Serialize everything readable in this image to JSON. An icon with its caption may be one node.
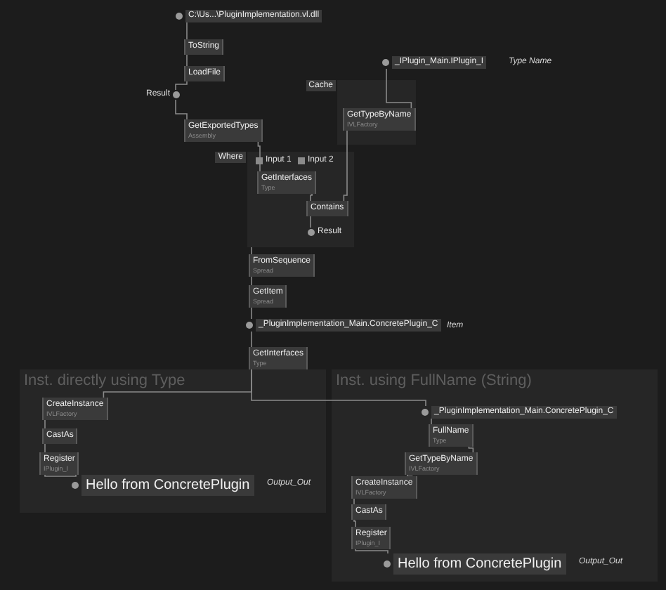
{
  "diagram": {
    "nodes": [
      {
        "text": [
          "C:\\Us...\\PluginImplementation.vl.dll"
        ]
      },
      {
        "text": [
          "ToString"
        ]
      },
      {
        "text": [
          "LoadFile"
        ]
      },
      {
        "text": [
          "Result"
        ]
      },
      {
        "text": [
          "GetExportedTypes",
          "Assembly"
        ]
      },
      {
        "text": [
          "_IPlugin_Main.IPlugin_I"
        ],
        "beside": [
          "Type Name"
        ]
      },
      {
        "text": [
          "Cache"
        ]
      },
      {
        "text": [
          "GetTypeByName",
          "IVLFactory"
        ],
        "in": 6
      },
      {
        "text": [
          "Where"
        ]
      },
      {
        "text": [
          "GetInterfaces",
          "Type"
        ],
        "in": 8
      },
      {
        "text": [
          "Contains"
        ],
        "in": 8
      },
      {
        "text": [
          "Result"
        ],
        "in": 8
      },
      {
        "text": [
          "FromSequence",
          "Spread"
        ]
      },
      {
        "text": [
          "GetItem",
          "Spread"
        ]
      },
      {
        "text": [
          "_PluginImplementation_Main.ConcretePlugin_C"
        ],
        "beside": [
          "Item"
        ]
      },
      {
        "text": [
          "GetInterfaces",
          "Type"
        ]
      },
      {
        "text": [
          "Inst. directly using Type"
        ]
      },
      {
        "text": [
          "CreateInstance",
          "IVLFactory"
        ],
        "in": 16
      },
      {
        "text": [
          "CastAs"
        ],
        "in": 16
      },
      {
        "text": [
          "Register",
          "IPlugin_I"
        ],
        "in": 16
      },
      {
        "text": [
          "Hello from ConcretePlugin"
        ],
        "in": 16,
        "beside": [
          "Output_Out"
        ]
      },
      {
        "text": [
          "Inst. using FullName (String)"
        ]
      },
      {
        "text": [
          "_PluginImplementation_Main.ConcretePlugin_C"
        ],
        "in": 21
      },
      {
        "text": [
          "FullName",
          "Type"
        ],
        "in": 21
      },
      {
        "text": [
          "GetTypeByName",
          "IVLFactory"
        ],
        "in": 21
      },
      {
        "text": [
          "CreateInstance",
          "IVLFactory"
        ],
        "in": 21
      },
      {
        "text": [
          "CastAs"
        ],
        "in": 21
      },
      {
        "text": [
          "Register",
          "IPlugin_I"
        ],
        "in": 21
      },
      {
        "text": [
          "Hello from ConcretePlugin"
        ],
        "in": 21,
        "beside": [
          "Output_Out"
        ]
      }
    ],
    "edges": [
      {
        "from": 0,
        "to": 1,
        "arrow": "none"
      },
      {
        "from": 1,
        "to": 2,
        "arrow": "none"
      },
      {
        "from": 2,
        "to": 3,
        "arrow": "none"
      },
      {
        "from": 3,
        "to": 4,
        "arrow": "none"
      },
      {
        "from": 4,
        "to": 8,
        "arrow": "none"
      },
      {
        "from": 8,
        "to": 9,
        "arrow": "none"
      },
      {
        "from": 9,
        "to": 10,
        "arrow": "none"
      },
      {
        "from": 10,
        "to": 11,
        "arrow": "none"
      },
      {
        "from": 5,
        "to": 7,
        "arrow": "none"
      },
      {
        "from": 7,
        "to": 10,
        "arrow": "none"
      },
      {
        "from": 8,
        "to": 12,
        "arrow": "none"
      },
      {
        "from": 12,
        "to": 13,
        "arrow": "none"
      },
      {
        "from": 13,
        "to": 14,
        "arrow": "none"
      },
      {
        "from": 14,
        "to": 15,
        "arrow": "none"
      },
      {
        "from": 15,
        "to": 17,
        "arrow": "none"
      },
      {
        "from": 15,
        "to": 22,
        "arrow": "none"
      },
      {
        "from": 17,
        "to": 18,
        "arrow": "none"
      },
      {
        "from": 18,
        "to": 19,
        "arrow": "none"
      },
      {
        "from": 19,
        "to": 20,
        "arrow": "none"
      },
      {
        "from": 22,
        "to": 23,
        "arrow": "none"
      },
      {
        "from": 23,
        "to": 24,
        "arrow": "none"
      },
      {
        "from": 24,
        "to": 25,
        "arrow": "none"
      },
      {
        "from": 25,
        "to": 26,
        "arrow": "none"
      },
      {
        "from": 26,
        "to": 27,
        "arrow": "none"
      },
      {
        "from": 27,
        "to": 28,
        "arrow": "none"
      }
    ],
    "labels": [
      "Input 1",
      "Input 2"
    ]
  }
}
